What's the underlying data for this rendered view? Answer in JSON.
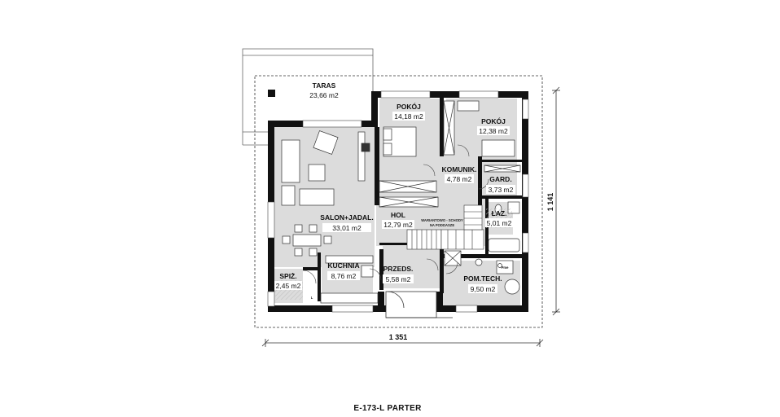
{
  "caption": "E-173-L PARTER",
  "dimensions": {
    "width": "1 351",
    "height": "1 141"
  },
  "rooms": {
    "taras": {
      "name": "TARAS",
      "area": "23,66 m2"
    },
    "pokoj1": {
      "name": "POKÓJ",
      "area": "14,18 m2"
    },
    "pokoj2": {
      "name": "POKÓJ",
      "area": "12,38 m2"
    },
    "komunik": {
      "name": "KOMUNIK.",
      "area": "4,78 m2"
    },
    "gard": {
      "name": "GARD.",
      "area": "3,73 m2"
    },
    "salon": {
      "name": "SALON+JADAL.",
      "area": "33,01 m2"
    },
    "hol": {
      "name": "HOL",
      "area": "12,79 m2"
    },
    "laz": {
      "name": "ŁAZ.",
      "area": "5,01 m2"
    },
    "kuchnia": {
      "name": "KUCHNIA",
      "area": "8,76 m2"
    },
    "spiz": {
      "name": "SPIŻ.",
      "area": "2,45 m2"
    },
    "przeds": {
      "name": "PRZEDS.",
      "area": "5,58 m2"
    },
    "pomtech": {
      "name": "POM.TECH.",
      "area": "9,50 m2"
    }
  },
  "notes": {
    "stairs_line1": "WARIANTOWO - SCHODY",
    "stairs_line2": "NA PODDASZE",
    "tech_box": "Pme",
    "spiz_mark": "L"
  },
  "colors": {
    "wall": "#111111",
    "floor": "#dcdcdc",
    "hatch": "#cccccc",
    "outline": "#555555"
  }
}
